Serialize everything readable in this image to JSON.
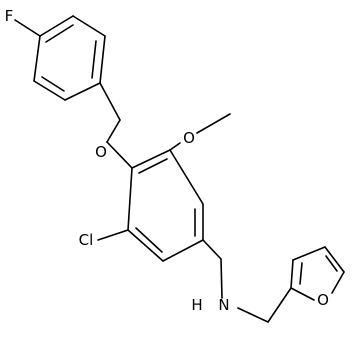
{
  "structure": {
    "atoms": {
      "fluorine": "F",
      "ether_oxygen_benzyl": "O",
      "methoxy_oxygen": "O",
      "chlorine": "Cl",
      "amine_hydrogen": "H",
      "amine_nitrogen": "N",
      "furan_oxygen": "O"
    }
  },
  "colors": {
    "bond": "#000000",
    "label": "#000000",
    "background": "#ffffff"
  }
}
